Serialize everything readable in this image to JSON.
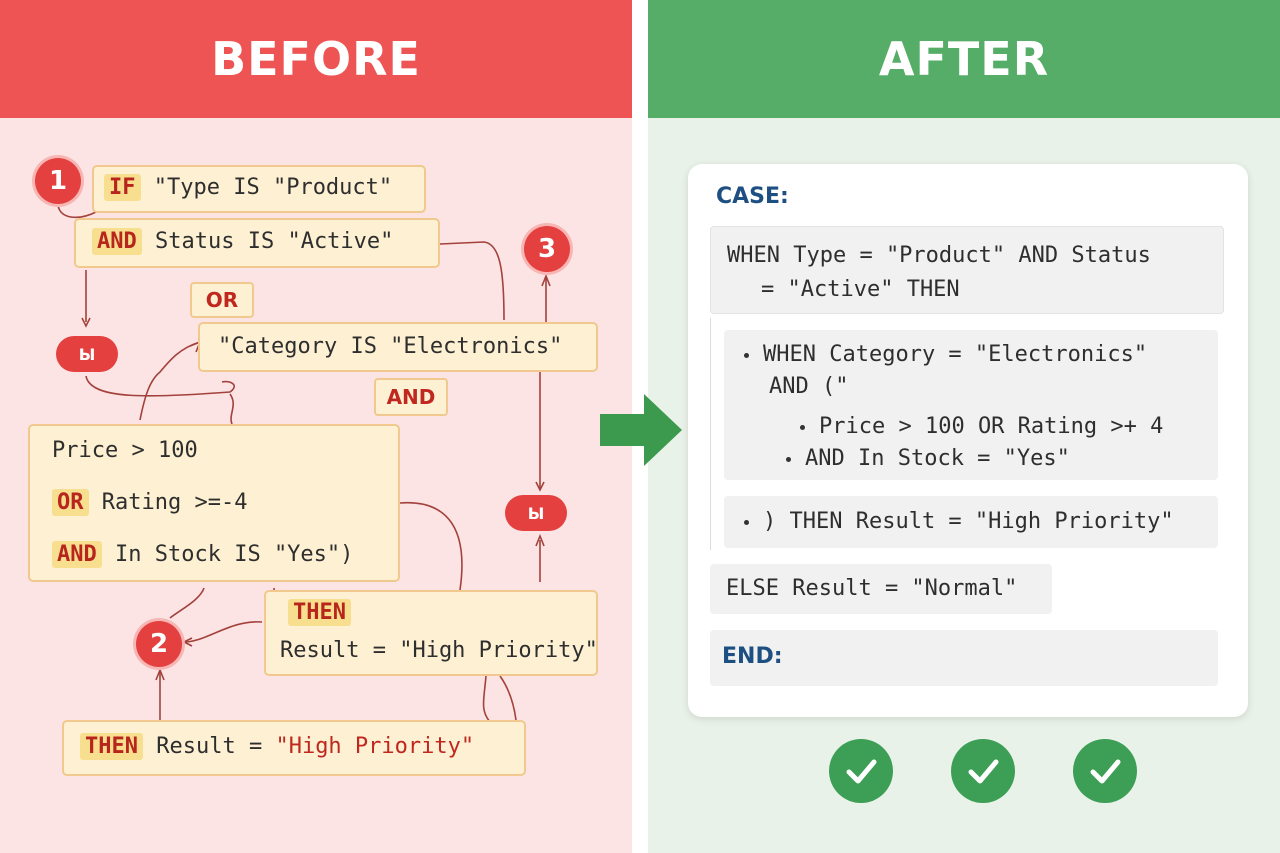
{
  "before": {
    "banner": "BEFORE",
    "markers": [
      "1",
      "2",
      "3"
    ],
    "chip_label": "Ы",
    "if_box": {
      "keyword": "IF",
      "text": "\"Type IS \"Product\""
    },
    "and_status_box": {
      "keyword": "AND",
      "text": "Status IS \"Active\""
    },
    "or_pill": "OR",
    "category_box": {
      "text": "\"Category IS \"Electronics\""
    },
    "and_pill": "AND",
    "conditions_box": {
      "line1": "Price > 100",
      "line2_keyword": "OR",
      "line2_text": "Rating >=-4",
      "line3_keyword": "AND",
      "line3_text": "In Stock IS \"Yes\")"
    },
    "then_box": {
      "keyword": "THEN",
      "text": "Result = \"High Priority\""
    },
    "bottom_box": {
      "keyword": "THEN",
      "text": "Result = ",
      "value": "\"High Priority\""
    }
  },
  "after": {
    "banner": "AFTER",
    "case_label": "CASE:",
    "when1_line1": "WHEN Type = \"Product\" AND Status",
    "when1_line2": "= \"Active\" THEN",
    "when2_line1": "WHEN Category = \"Electronics\"",
    "when2_line2": "AND (\"",
    "price_line": "Price > 100 OR Rating >+ 4",
    "stock_line": "AND In Stock = \"Yes\"",
    "then_line": ") THEN Result = \"High Priority\"",
    "else_line": "ELSE Result = \"Normal\"",
    "end_label": "END:"
  },
  "colors": {
    "before_banner": "#ef5455",
    "after_banner": "#55ad68",
    "arrow": "#3c9a4e",
    "check": "#3c9f55",
    "keyword_red": "#c0271f",
    "keyword_blue": "#1d4f82"
  },
  "icons": {
    "transition": "right-arrow-icon",
    "status": "checkmark-icon"
  }
}
